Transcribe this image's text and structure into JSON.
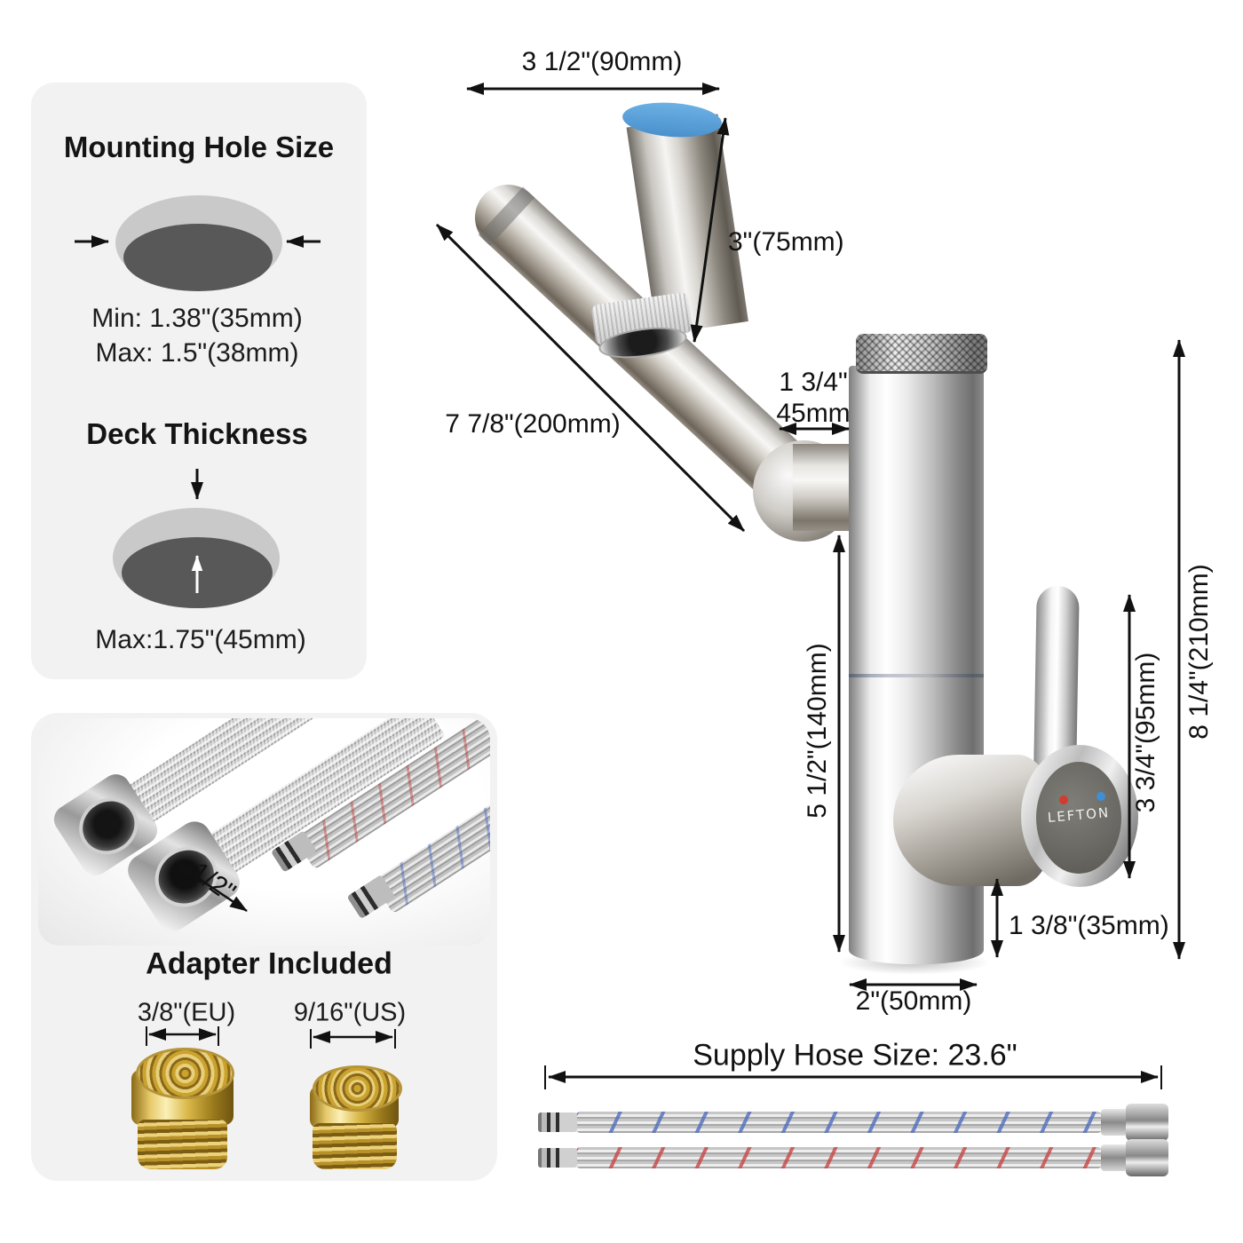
{
  "mounting_panel": {
    "title": "Mounting Hole Size",
    "min": "Min: 1.38\"(35mm)",
    "max": "Max: 1.5\"(38mm)"
  },
  "deck_panel": {
    "title": "Deck Thickness",
    "max": "Max:1.75\"(45mm)"
  },
  "hose_panel": {
    "hose_diameter": "1/2\"",
    "adapter_title": "Adapter Included",
    "adapter_eu": "3/8\"(EU)",
    "adapter_us": "9/16\"(US)"
  },
  "faucet": {
    "brand": "LEFTON"
  },
  "dims": {
    "top_width": "3 1/2\"(90mm)",
    "spout_height": "3\"(75mm)",
    "arm_length": "7 7/8\"(200mm)",
    "reach_in": "1 3/4\"",
    "reach_mm": "45mm",
    "body_height": "5 1/2\"(140mm)",
    "handle_height": "3 3/4\"(95mm)",
    "total_height": "8 1/4\"(210mm)",
    "handle_clearance": "1 3/8\"(35mm)",
    "base_width": "2\"(50mm)",
    "supply_hose": "Supply Hose Size: 23.6\""
  },
  "colors": {
    "accent_blue": "#58a1d9",
    "dot_red": "#d23b2e",
    "dot_blue": "#3f8fd6",
    "panel_bg": "#f2f2f2"
  }
}
